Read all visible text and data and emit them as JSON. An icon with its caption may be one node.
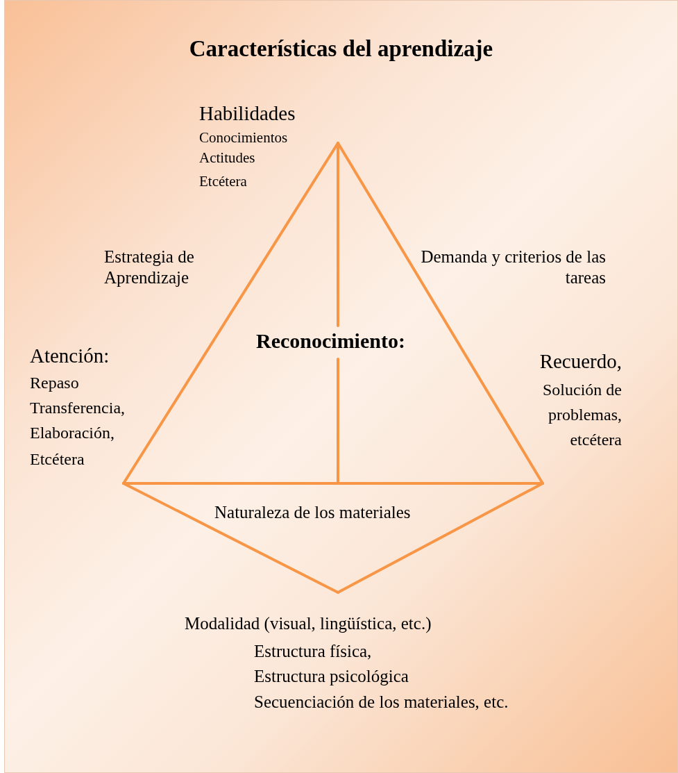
{
  "diagram": {
    "title": "Características del aprendizaje",
    "labels": [
      "Habilidades",
      "Conocimientos",
      "Actitudes",
      "Etcétera",
      "Estrategia de Aprendizaje",
      "Demanda y criterios de las tareas",
      "Atención:",
      "Repaso",
      "Transferencia,",
      "Elaboración,",
      "Etcétera",
      "Reconocimiento:",
      "Recuerdo,",
      "Solución de problemas, etcétera",
      "Naturaleza de los materiales",
      "Modalidad (visual, lingüística, etc.)",
      "Estructura física,",
      "Estructura psicológica",
      "Secuenciación de los materiales, etc."
    ]
  }
}
